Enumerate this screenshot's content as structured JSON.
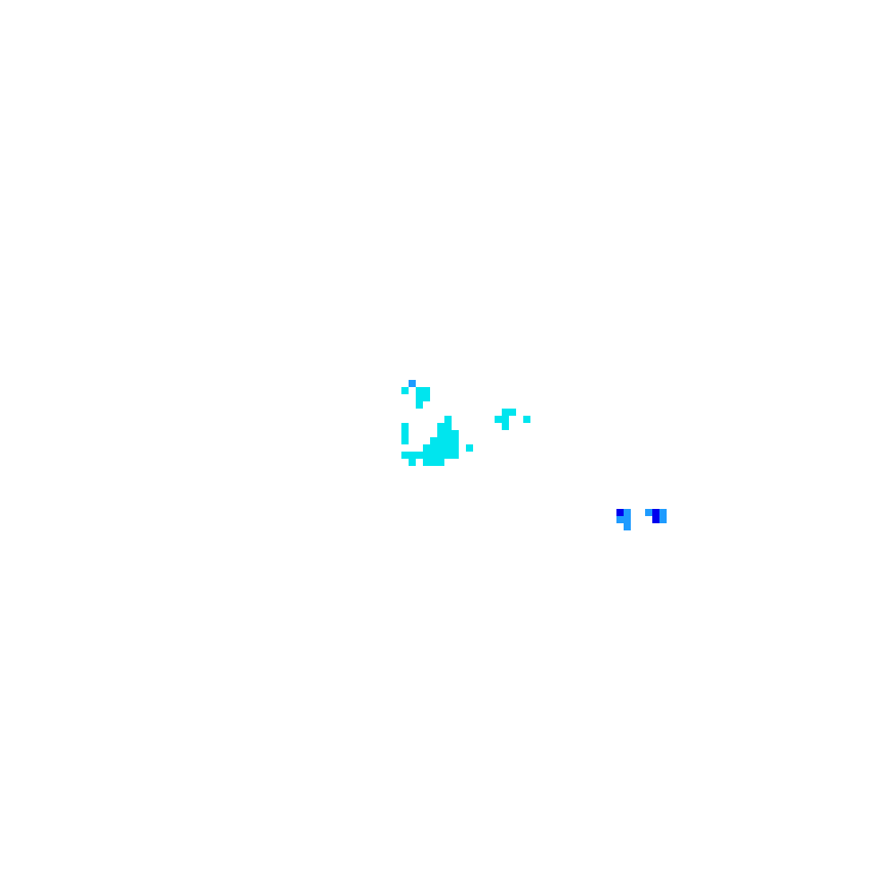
{
  "image": {
    "background_color": "#ffffff",
    "cell_grid": {
      "columns": 125,
      "rows": 125
    },
    "palette": {
      "cyan": "#00e5ee",
      "sky": "#1e9bff",
      "blue": "#0000ee"
    },
    "clusters": [
      {
        "name": "cyan-cluster-left",
        "cells": [
          {
            "col": 57,
            "row": 53,
            "color": "sky"
          },
          {
            "col": 56,
            "row": 54,
            "color": "cyan"
          },
          {
            "col": 58,
            "row": 54,
            "color": "cyan"
          },
          {
            "col": 59,
            "row": 54,
            "color": "cyan"
          },
          {
            "col": 58,
            "row": 55,
            "color": "cyan"
          },
          {
            "col": 59,
            "row": 55,
            "color": "cyan"
          },
          {
            "col": 58,
            "row": 56,
            "color": "cyan"
          },
          {
            "col": 62,
            "row": 58,
            "color": "cyan"
          },
          {
            "col": 56,
            "row": 59,
            "color": "cyan"
          },
          {
            "col": 56,
            "row": 60,
            "color": "cyan"
          },
          {
            "col": 61,
            "row": 59,
            "color": "cyan"
          },
          {
            "col": 62,
            "row": 59,
            "color": "cyan"
          },
          {
            "col": 61,
            "row": 60,
            "color": "cyan"
          },
          {
            "col": 62,
            "row": 60,
            "color": "cyan"
          },
          {
            "col": 63,
            "row": 60,
            "color": "cyan"
          },
          {
            "col": 56,
            "row": 61,
            "color": "cyan"
          },
          {
            "col": 60,
            "row": 61,
            "color": "cyan"
          },
          {
            "col": 61,
            "row": 61,
            "color": "cyan"
          },
          {
            "col": 62,
            "row": 61,
            "color": "cyan"
          },
          {
            "col": 63,
            "row": 61,
            "color": "cyan"
          },
          {
            "col": 59,
            "row": 62,
            "color": "cyan"
          },
          {
            "col": 60,
            "row": 62,
            "color": "cyan"
          },
          {
            "col": 61,
            "row": 62,
            "color": "cyan"
          },
          {
            "col": 62,
            "row": 62,
            "color": "cyan"
          },
          {
            "col": 63,
            "row": 62,
            "color": "cyan"
          },
          {
            "col": 65,
            "row": 62,
            "color": "cyan"
          },
          {
            "col": 60,
            "row": 63,
            "color": "cyan"
          },
          {
            "col": 61,
            "row": 63,
            "color": "cyan"
          },
          {
            "col": 62,
            "row": 63,
            "color": "cyan"
          },
          {
            "col": 63,
            "row": 63,
            "color": "cyan"
          },
          {
            "col": 56,
            "row": 63,
            "color": "cyan"
          },
          {
            "col": 57,
            "row": 63,
            "color": "cyan"
          },
          {
            "col": 58,
            "row": 63,
            "color": "cyan"
          },
          {
            "col": 59,
            "row": 63,
            "color": "cyan"
          },
          {
            "col": 57,
            "row": 64,
            "color": "cyan"
          },
          {
            "col": 59,
            "row": 64,
            "color": "cyan"
          },
          {
            "col": 60,
            "row": 64,
            "color": "cyan"
          },
          {
            "col": 61,
            "row": 64,
            "color": "cyan"
          }
        ]
      },
      {
        "name": "cyan-cluster-right",
        "cells": [
          {
            "col": 70,
            "row": 57,
            "color": "cyan"
          },
          {
            "col": 71,
            "row": 57,
            "color": "cyan"
          },
          {
            "col": 69,
            "row": 58,
            "color": "cyan"
          },
          {
            "col": 70,
            "row": 58,
            "color": "cyan"
          },
          {
            "col": 73,
            "row": 58,
            "color": "cyan"
          },
          {
            "col": 70,
            "row": 59,
            "color": "cyan"
          }
        ]
      },
      {
        "name": "blue-cluster",
        "cells": [
          {
            "col": 86,
            "row": 71,
            "color": "blue"
          },
          {
            "col": 87,
            "row": 71,
            "color": "sky"
          },
          {
            "col": 86,
            "row": 72,
            "color": "sky"
          },
          {
            "col": 87,
            "row": 72,
            "color": "sky"
          },
          {
            "col": 87,
            "row": 73,
            "color": "sky"
          },
          {
            "col": 90,
            "row": 71,
            "color": "sky"
          },
          {
            "col": 91,
            "row": 71,
            "color": "blue"
          },
          {
            "col": 92,
            "row": 71,
            "color": "sky"
          },
          {
            "col": 91,
            "row": 72,
            "color": "blue"
          },
          {
            "col": 92,
            "row": 72,
            "color": "sky"
          }
        ]
      }
    ]
  }
}
